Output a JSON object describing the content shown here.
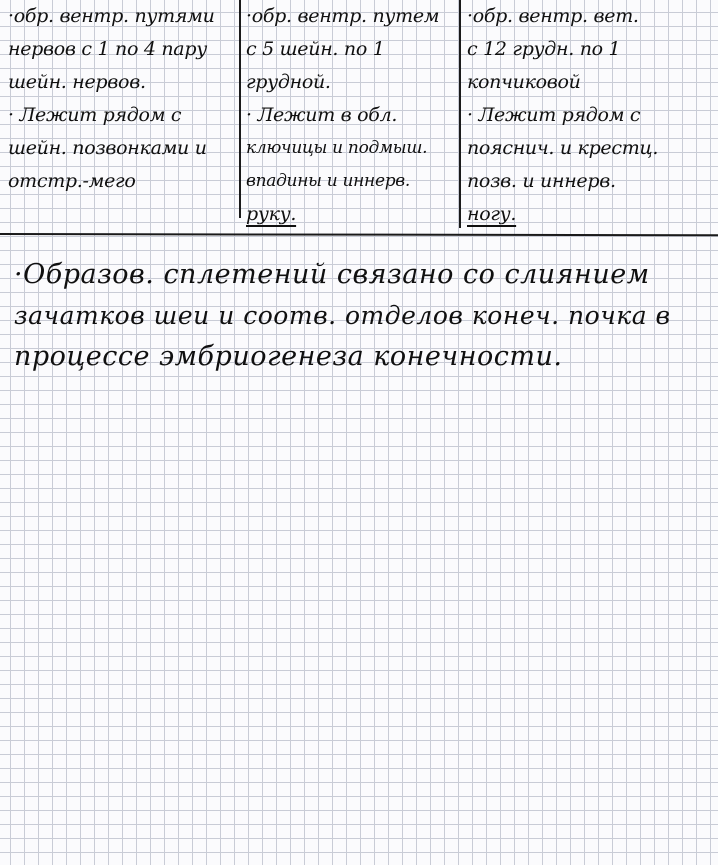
{
  "columns": [
    {
      "lines": [
        "·обр. вентр. путями",
        "нервов с 1 по 4 пару",
        "шейн. нервов.",
        "· Лежит рядом с",
        "шейн. позвонками и",
        "отстр.-мего"
      ]
    },
    {
      "lines": [
        "·обр. вентр. путем",
        "с 5 шейн. по 1",
        "грудной.",
        "· Лежит в обл.",
        "ключицы и подмыш.",
        "впадины и иннерв."
      ],
      "underlined_last": "руку."
    },
    {
      "lines": [
        "·обр. вентр. вет.",
        "с 12 грудн. по 1",
        "копчиковой",
        "· Лежит рядом с",
        "пояснич. и крестц.",
        "позв. и иннерв."
      ],
      "underlined_last": "ногу."
    }
  ],
  "bottom": {
    "lines": [
      "·Образов. сплетений связано со слиянием",
      "зачатков шеи и соотв. отделов конеч. почка в",
      "процессе эмбриогенеза конечности."
    ]
  }
}
